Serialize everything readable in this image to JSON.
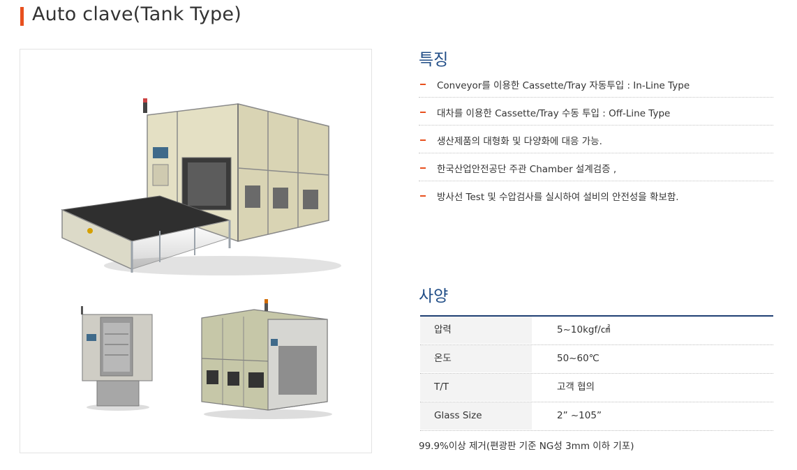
{
  "page": {
    "title": "Auto clave(Tank Type)",
    "accent_color": "#e8501e",
    "heading_color": "#1f4c86"
  },
  "features": {
    "title": "특징",
    "items": [
      "Conveyor를 이용한 Cassette/Tray 자동투입 : In-Line Type",
      "대차를 이용한 Cassette/Tray 수동 투입 : Off-Line Type",
      "생산제품의 대형화 및 다양화에 대응 가능.",
      "한국산업안전공단 주관 Chamber 설계검증 ,",
      "방사선 Test  및 수압검사를   실시하여 설비의 안전성을 확보함."
    ]
  },
  "specs": {
    "title": "사양",
    "rows": [
      {
        "key": "압력",
        "value": "5~10kgf/㎠"
      },
      {
        "key": "온도",
        "value": "50~60℃"
      },
      {
        "key": "T/T",
        "value": "고객 협의"
      },
      {
        "key": "Glass Size",
        "value": "2” ~105”"
      }
    ],
    "note": "99.9%이상 제거(편광판 기준 NG성 3mm 이하 기포)"
  }
}
